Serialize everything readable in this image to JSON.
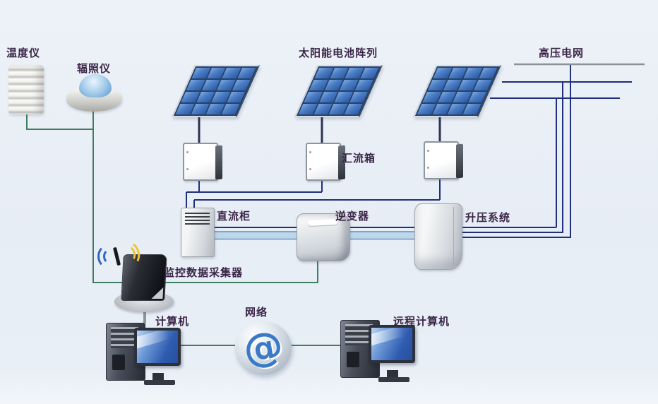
{
  "colors": {
    "label_text": "#3a2547",
    "dc_line": "#1f2f7d",
    "grid_line_top": "#8a9199",
    "ac_band_fill": "#bdd7ea",
    "ac_band_edge": "#5f8fc0",
    "monitor_line": "#3f7d62",
    "pole_gray": "#8d939b",
    "panel_pole": "#2c3350",
    "wifi_left": "#2f66c0",
    "wifi_right": "#f0c23a",
    "sphere_at": "#3a7ac6",
    "background": "#e9eef6"
  },
  "labels": {
    "temperature_sensor": "温度仪",
    "irradiance_sensor": "辐照仪",
    "solar_array": "太阳能电池阵列",
    "high_voltage_grid": "高压电网",
    "combiner_box": "汇流箱",
    "dc_cabinet": "直流柜",
    "inverter": "逆变器",
    "step_up_system": "升压系统",
    "monitoring_data_collector": "监控数据采集器",
    "computer": "计算机",
    "network": "网络",
    "remote_computer": "远程计算机"
  },
  "symbols": {
    "network_at": "@"
  }
}
